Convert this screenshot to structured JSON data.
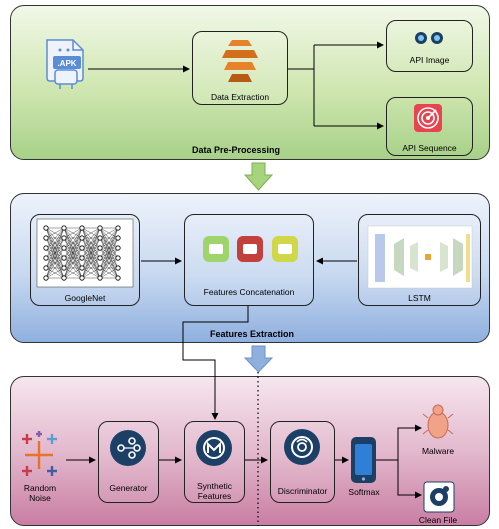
{
  "stage1": {
    "title": "Data Pre-Processing",
    "apk_badge": ".APK",
    "data_extraction": "Data Extraction",
    "api_image": "API Image",
    "api_sequence": "API Sequence"
  },
  "stage2": {
    "title": "Features Extraction",
    "googlenet": "GoogleNet",
    "features_concatenation": "Features Concatenation",
    "lstm": "LSTM"
  },
  "stage3": {
    "random_noise_line1": "Random",
    "random_noise_line2": "Noise",
    "generator": "Generator",
    "synthetic_line1": "Synthetic",
    "synthetic_line2": "Features",
    "discriminator": "Discriminator",
    "softmax": "Softmax",
    "malware": "Malware",
    "clean_file": "Clean File"
  },
  "colors": {
    "stage1_fill": "#b9dc9a",
    "stage2_fill": "#a9c3e8",
    "stage3_fill": "#d89ab8",
    "arrow_down_green": "#a6d47c",
    "arrow_down_blue": "#8fb0df",
    "dark_blue_icon": "#1c3f66",
    "api_sequence_red": "#e8434f",
    "orange_icon": "#e8822a"
  }
}
